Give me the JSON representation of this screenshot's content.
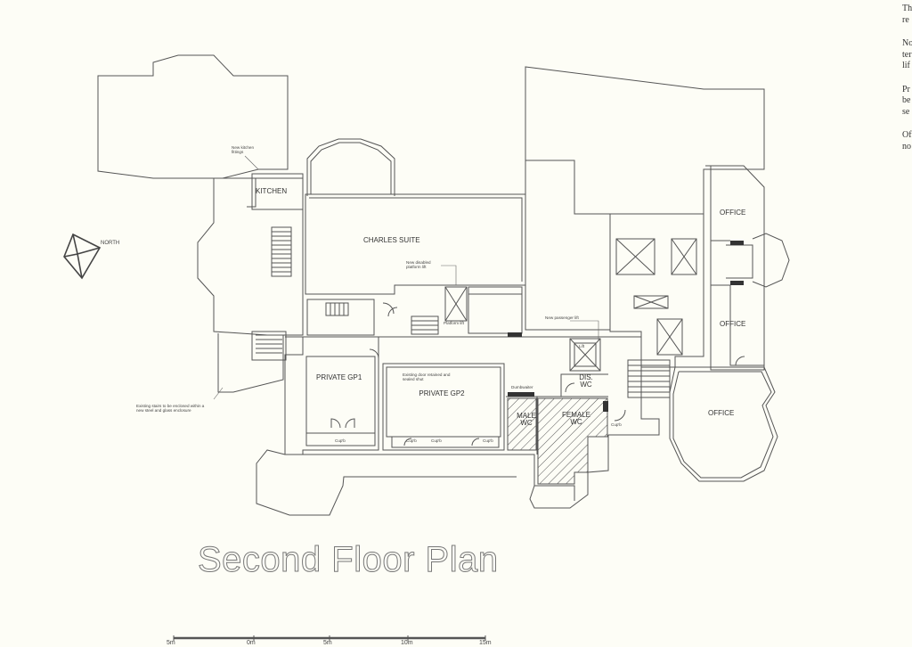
{
  "plan": {
    "title": "Second Floor Plan",
    "rooms": {
      "kitchen": "KITCHEN",
      "charles_suite": "CHARLES SUITE",
      "private_gp1": "PRIVATE GP1",
      "private_gp2": "PRIVATE GP2",
      "male_wc": "MALE WC",
      "female_wc": "FEMALE WC",
      "dis_wc": "DIS. WC",
      "office_top": "OFFICE",
      "office_mid": "OFFICE",
      "office_bottom": "OFFICE"
    },
    "notes": {
      "kitchen_fittings": "New kitchen fittings",
      "platform_lift": "New disabled platform lift",
      "platform_lift_small": "Platform lift",
      "passenger_lift": "New passenger lift",
      "existing_door": "Existing door retained and sealed shut",
      "dumbwaiter": "Dumbwaiter",
      "existing_stairs": "Existing stairs to be enclosed within a new steel and glass enclosure",
      "lift": "Lift"
    },
    "cupboards": [
      "Cup'b",
      "Cup'b",
      "Cup'b",
      "Cup'b",
      "Cup'b"
    ],
    "north": "NORTH",
    "scale": [
      "5m",
      "0m",
      "5m",
      "10m",
      "15m"
    ]
  },
  "side_text": [
    [
      "Th",
      "re"
    ],
    [
      "No",
      "ter",
      "lif"
    ],
    [
      "Pr",
      "be",
      "se"
    ],
    [
      "Of",
      "no"
    ]
  ]
}
